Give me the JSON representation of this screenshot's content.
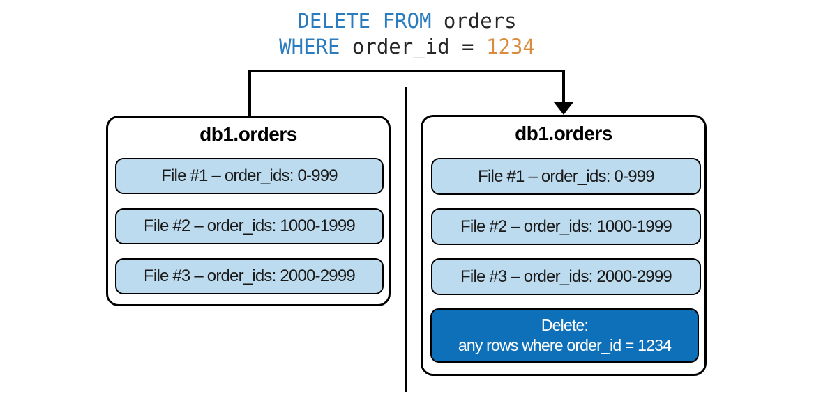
{
  "sql": {
    "line1": {
      "keyword": "DELETE FROM ",
      "table": "orders"
    },
    "line2": {
      "keyword": "WHERE ",
      "predicate": "order_id = ",
      "value": "1234"
    }
  },
  "left_table": {
    "title": "db1.orders",
    "files": [
      "File #1 – order_ids: 0-999",
      "File #2 – order_ids: 1000-1999",
      "File #3 – order_ids: 2000-2999"
    ]
  },
  "right_table": {
    "title": "db1.orders",
    "files": [
      "File #1 – order_ids: 0-999",
      "File #2 – order_ids: 1000-1999",
      "File #3 – order_ids: 2000-2999"
    ],
    "delete_box": {
      "line1": "Delete:",
      "line2": "any rows where order_id = 1234"
    }
  },
  "colors": {
    "keyword_blue": "#2B7CBE",
    "literal_orange": "#D98C3E",
    "code_dark": "#262626",
    "file_fill": "#BDDBEE",
    "delete_fill": "#0F70BA",
    "delete_text_white": "#FFFFFF",
    "line_black": "#000000",
    "panel_fill": "#FFFFFF"
  }
}
